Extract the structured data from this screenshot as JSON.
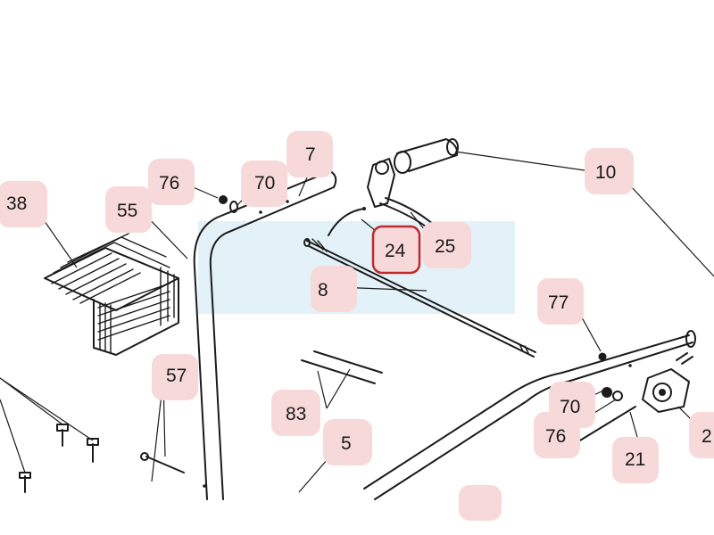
{
  "diagram": {
    "highlight_color": "#d9eef6",
    "badge_color": "#f8d9d9",
    "selected_ring_color": "#c0282c",
    "labels": {
      "l38": "38",
      "l55": "55",
      "l76a": "76",
      "l70a": "70",
      "l7": "7",
      "l10": "10",
      "l24": "24",
      "l25": "25",
      "l8": "8",
      "l77": "77",
      "l57": "57",
      "l83": "83",
      "l5": "5",
      "l70b": "70",
      "l76b": "76",
      "l21": "21",
      "l2x": "2"
    },
    "selected_part": "24"
  }
}
